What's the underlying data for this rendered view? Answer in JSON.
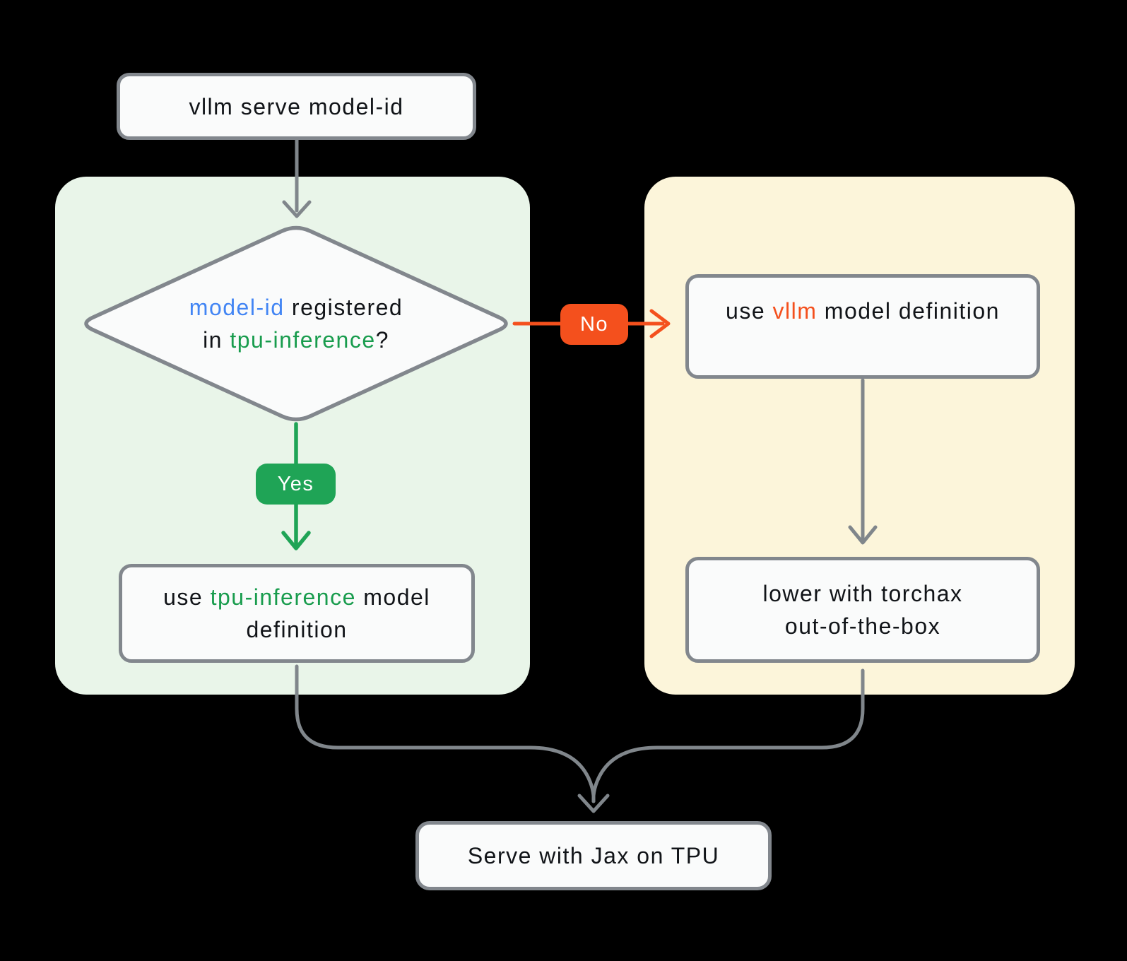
{
  "colors": {
    "background": "#000000",
    "panel-green": "#e9f5e9",
    "panel-yellow": "#fcf5da",
    "node-fill": "#fafbfb",
    "node-border": "#82878d",
    "arrow-gray": "#80868b",
    "accent-blue": "#4285f4",
    "accent-green": "#189c4d",
    "badge-green": "#1fa456",
    "accent-orange": "#f4501d",
    "text": "#111418"
  },
  "nodes": {
    "start": {
      "label": "vllm serve model-id"
    },
    "decision": {
      "line1": {
        "highlight": "model-id",
        "suffix": " registered"
      },
      "line2": {
        "prefix": "in ",
        "highlight": "tpu-inference",
        "suffix": "?"
      }
    },
    "use_vllm": {
      "prefix": "use ",
      "highlight": "vllm",
      "suffix": " model definition"
    },
    "use_tpu": {
      "line1": {
        "prefix": "use ",
        "highlight": "tpu-inference",
        "suffix": " model"
      },
      "line2": "definition"
    },
    "torchax": {
      "line1": "lower with torchax",
      "line2": "out-of-the-box"
    },
    "serve": {
      "label": "Serve with Jax on TPU"
    }
  },
  "edges": {
    "yes_label": "Yes",
    "no_label": "No"
  }
}
